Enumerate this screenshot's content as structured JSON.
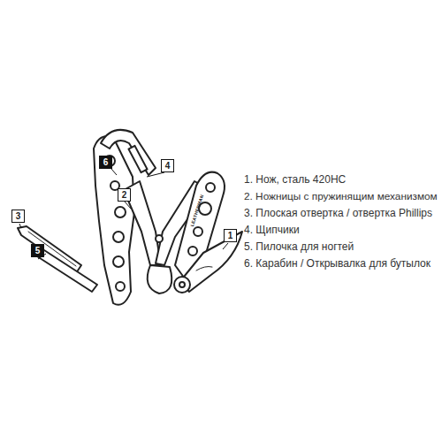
{
  "diagram": {
    "labels": [
      "6",
      "4",
      "2",
      "3",
      "1",
      "5",
      "LEATHERMAN",
      "1. Нож, сталь 420HC",
      "2. Ножницы с пружинящим механизмом",
      "3. Плоская отвертка / отвертка Phillips",
      "4. Щипчики",
      "5. Пилочка для ногтей",
      "6. Карабин / Открывалка для бутылок"
    ]
  }
}
